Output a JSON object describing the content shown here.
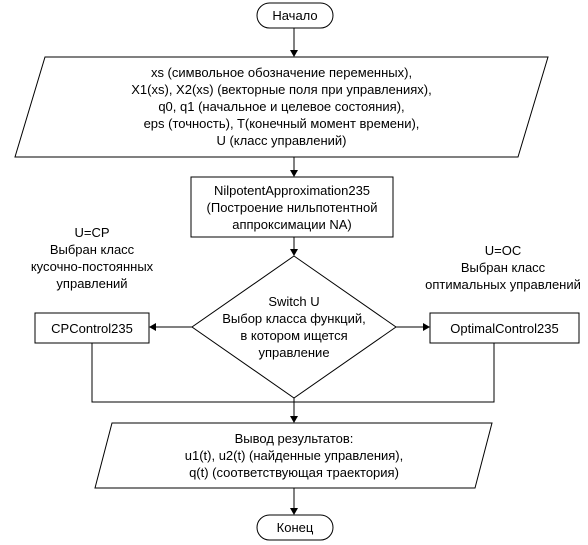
{
  "nodes": {
    "start": {
      "label": "Начало"
    },
    "input": {
      "lines": [
        "xs (символьное обозначение переменных),",
        "X1(xs), X2(xs) (векторные поля при управлениях),",
        "q0, q1 (начальное и целевое состояния),",
        "eps (точность), T(конечный момент времени),",
        "U (класс управлений)"
      ]
    },
    "nilpotent": {
      "lines": [
        "NilpotentApproximation235",
        "(Построение нильпотентной",
        "аппроксимации NA)"
      ]
    },
    "switch": {
      "lines": [
        "Switch U",
        "Выбор класса функций,",
        "в котором ищется",
        "управление"
      ]
    },
    "cp_control": {
      "label": "CPControl235"
    },
    "optimal_control": {
      "label": "OptimalControl235"
    },
    "output": {
      "lines": [
        "Вывод результатов:",
        "u1(t), u2(t) (найденные управления),",
        "q(t) (соответствующая траектория)"
      ]
    },
    "end": {
      "label": "Конец"
    }
  },
  "branch_labels": {
    "cp": [
      "U=CP",
      "Выбран класс",
      "кусочно-постоянных",
      "управлений"
    ],
    "oc": [
      "U=OC",
      "Выбран класс",
      "оптимальных управлений"
    ]
  },
  "colors": {
    "stroke": "#000000",
    "fill": "#ffffff",
    "text": "#000000"
  }
}
